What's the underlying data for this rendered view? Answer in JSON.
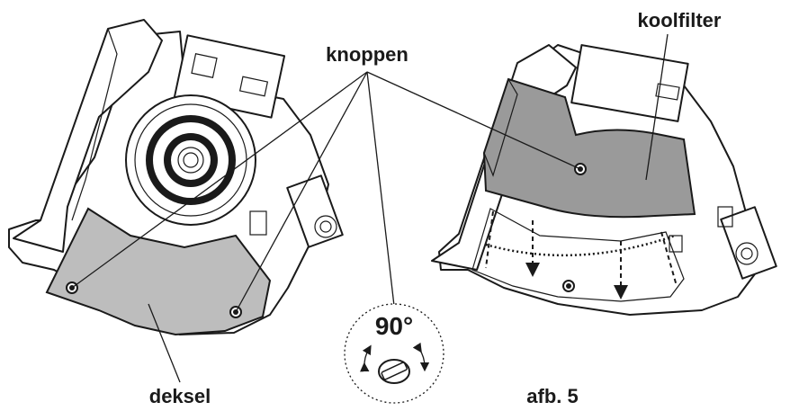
{
  "labels": {
    "knoppen": "knoppen",
    "koolfilter": "koolfilter",
    "deksel": "deksel",
    "angle": "90°",
    "figure": "afb. 5"
  },
  "colors": {
    "line": "#1a1a1a",
    "cover_fill": "#bdbdbd",
    "filter_fill": "#9a9a9a",
    "background": "#ffffff"
  },
  "icons": [
    "rotate-knob-icon",
    "arrow-down-icon",
    "rotation-arrow-icon"
  ]
}
